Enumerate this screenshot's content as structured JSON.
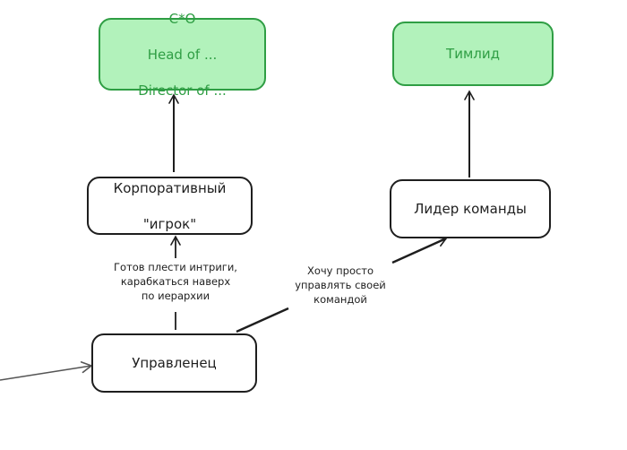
{
  "diagram": {
    "nodes": {
      "cxo": {
        "lines": [
          "C*O",
          "Head of ...",
          "Director of ..."
        ],
        "style": "green"
      },
      "teamlead": {
        "label": "Тимлид",
        "style": "green"
      },
      "corporate_player": {
        "lines": [
          "Корпоративный",
          "\"игрок\""
        ],
        "style": "white"
      },
      "team_leader": {
        "label": "Лидер команды",
        "style": "white"
      },
      "manager": {
        "label": "Управленец",
        "style": "white"
      }
    },
    "edge_labels": {
      "intrigue": "Готов плести интриги,\nкарабкаться наверх\nпо иерархии",
      "manage_team": "Хочу просто\nуправлять своей\nкомандой"
    },
    "colors": {
      "stroke": "#1e1e1e",
      "green_fill": "#b2f2bb",
      "green_stroke": "#2f9e44",
      "incoming_arrow": "#555555"
    }
  }
}
